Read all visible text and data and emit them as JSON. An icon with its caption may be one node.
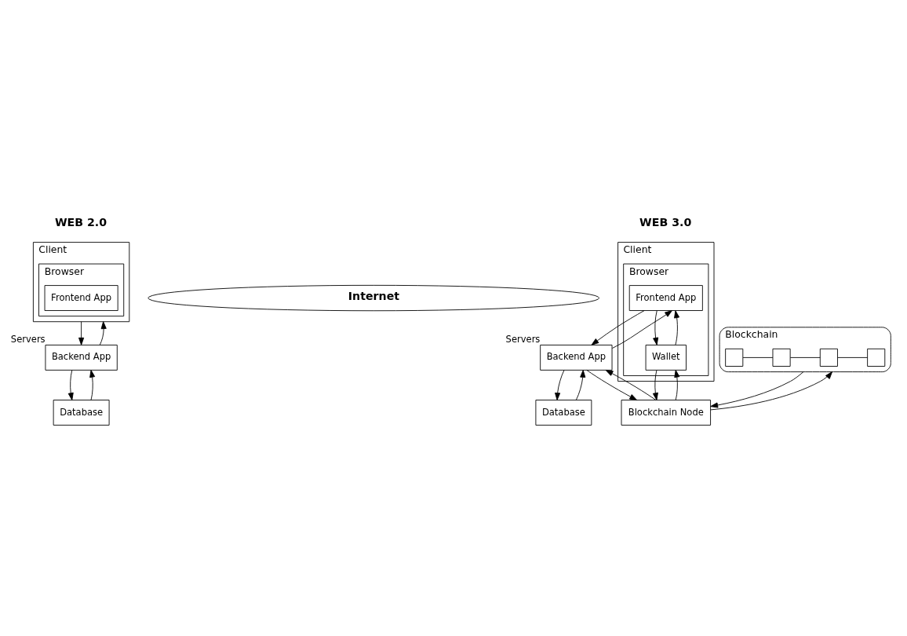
{
  "diagram": {
    "nodes": [
      {
        "text": [
          "Client"
        ]
      },
      {
        "text": [
          "Browser"
        ],
        "in": 0
      },
      {
        "text": [
          "Frontend App"
        ],
        "in": 1
      },
      {
        "text": [
          "Internet"
        ]
      },
      {
        "text": [
          "Backend App"
        ],
        "beside": [
          "Servers"
        ]
      },
      {
        "text": [
          "Database"
        ]
      },
      {
        "text": [
          "Client"
        ]
      },
      {
        "text": [
          "Browser"
        ],
        "in": 6
      },
      {
        "text": [
          "Frontend App"
        ],
        "in": 7
      },
      {
        "text": [
          "Wallet"
        ],
        "in": 7
      },
      {
        "text": [
          "Backend App"
        ],
        "beside": [
          "Servers"
        ]
      },
      {
        "text": [
          "Blockchain Node"
        ]
      },
      {
        "text": [
          "Database"
        ]
      },
      {
        "text": [
          "Blockchain"
        ]
      },
      {
        "text": [],
        "shape": "box",
        "in": 13
      },
      {
        "text": [],
        "shape": "box",
        "in": 13
      },
      {
        "text": [],
        "shape": "box",
        "in": 13
      },
      {
        "text": [],
        "shape": "box",
        "in": 13
      }
    ],
    "edges": [
      {
        "from": 0,
        "to": 4,
        "arrow": "to"
      },
      {
        "from": 4,
        "to": 0,
        "arrow": "to"
      },
      {
        "from": 4,
        "to": 5,
        "arrow": "to"
      },
      {
        "from": 5,
        "to": 4,
        "arrow": "to"
      },
      {
        "from": 8,
        "to": 9,
        "arrow": "to"
      },
      {
        "from": 9,
        "to": 8,
        "arrow": "to"
      },
      {
        "from": 8,
        "to": 10,
        "arrow": "to"
      },
      {
        "from": 10,
        "to": 8,
        "arrow": "to"
      },
      {
        "from": 9,
        "to": 11,
        "arrow": "to"
      },
      {
        "from": 11,
        "to": 9,
        "arrow": "to"
      },
      {
        "from": 11,
        "to": 10,
        "arrow": "to"
      },
      {
        "from": 10,
        "to": 11,
        "arrow": "to"
      },
      {
        "from": 10,
        "to": 12,
        "arrow": "to"
      },
      {
        "from": 12,
        "to": 10,
        "arrow": "to"
      },
      {
        "from": 11,
        "to": 13,
        "arrow": "to"
      },
      {
        "from": 13,
        "to": 11,
        "arrow": "to"
      },
      {
        "from": 14,
        "to": 15,
        "arrow": "none"
      },
      {
        "from": 15,
        "to": 16,
        "arrow": "none"
      },
      {
        "from": 16,
        "to": 17,
        "arrow": "none"
      }
    ],
    "labels": [
      "WEB 2.0",
      "WEB 3.0"
    ]
  }
}
